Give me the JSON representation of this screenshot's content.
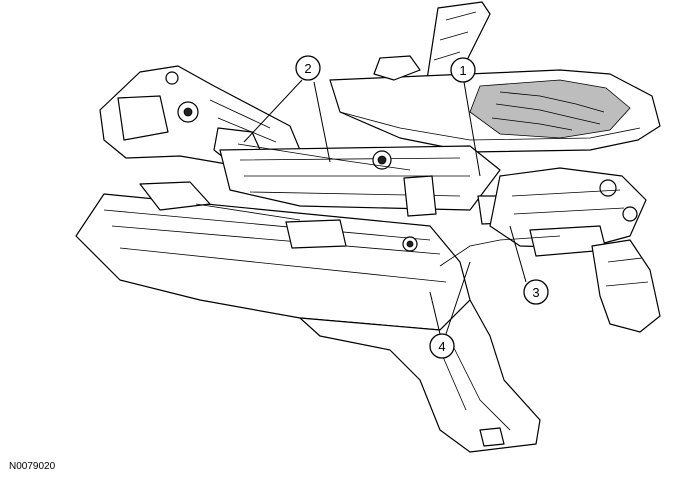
{
  "figure": {
    "id": "N0079020"
  },
  "callouts": [
    {
      "label": "1"
    },
    {
      "label": "2"
    },
    {
      "label": "3"
    },
    {
      "label": "4"
    }
  ]
}
